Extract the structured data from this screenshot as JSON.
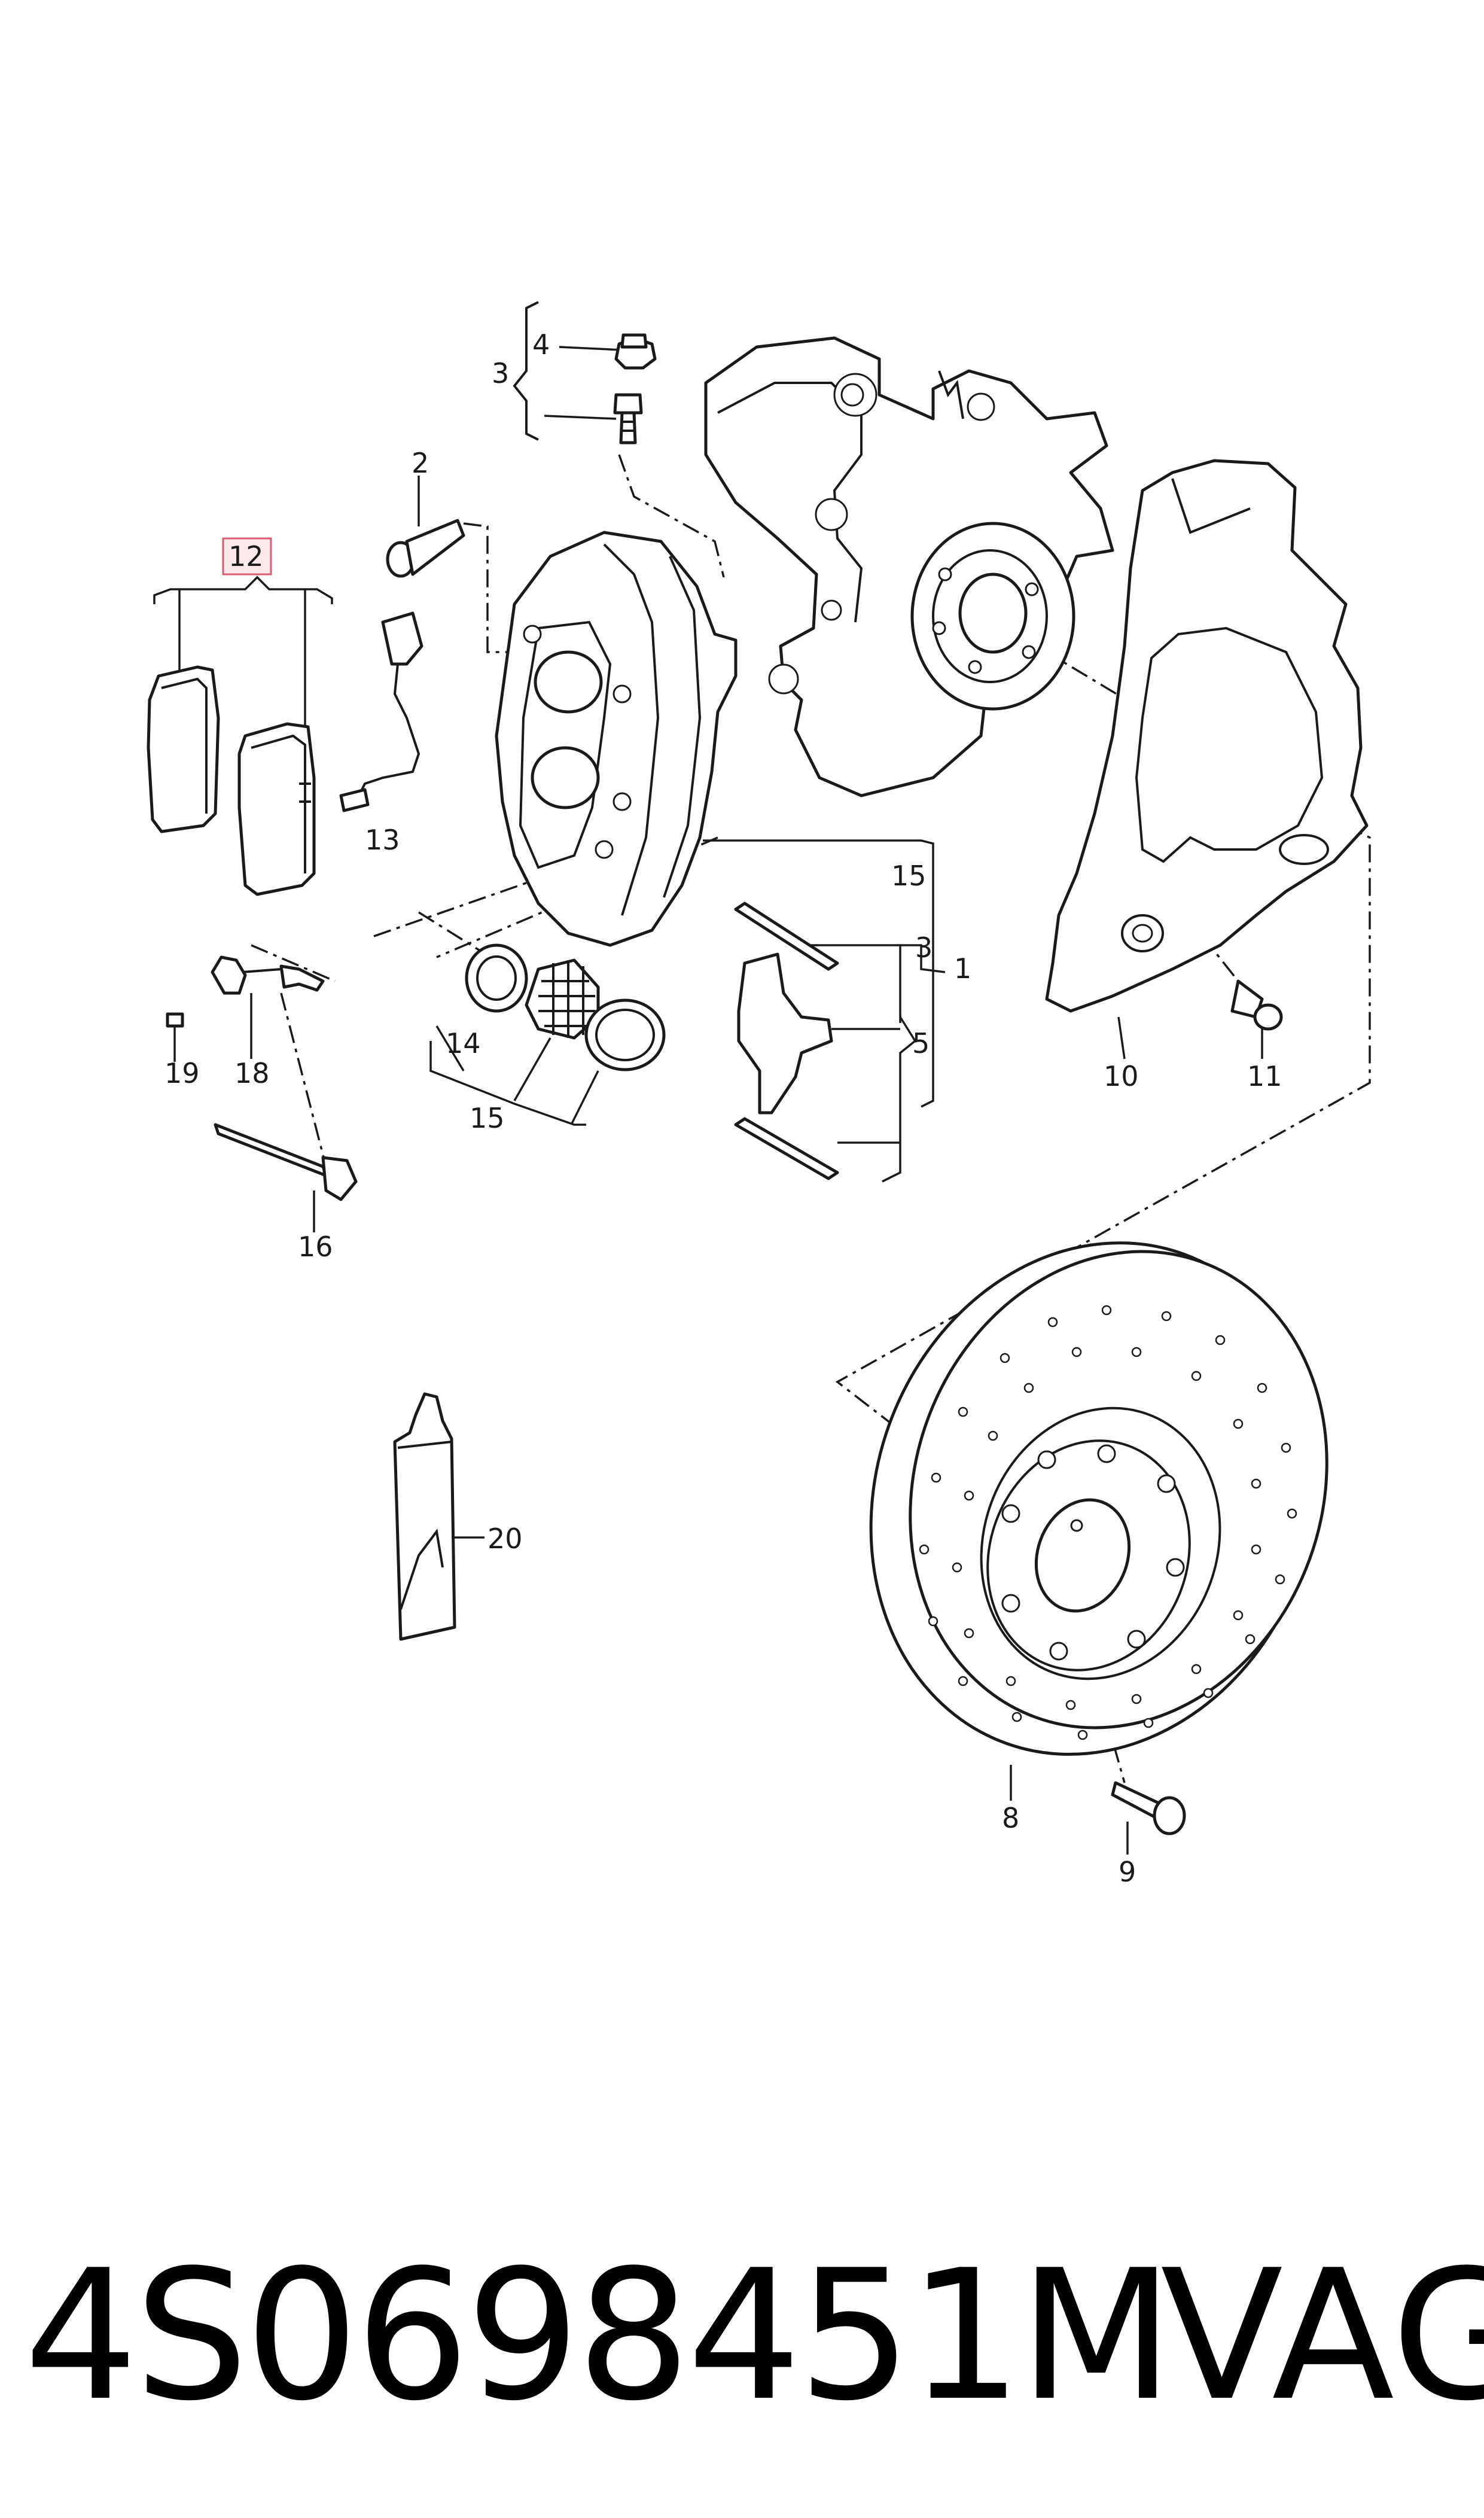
{
  "diagram": {
    "highlighted_label": "12",
    "labels": [
      "1",
      "2",
      "3",
      "3",
      "4",
      "5",
      "8",
      "9",
      "10",
      "11",
      "12",
      "13",
      "14",
      "15",
      "15",
      "16",
      "18",
      "19",
      "20"
    ]
  },
  "caption": {
    "part_number": "4S0698451M",
    "brand": "VAG"
  },
  "colors": {
    "highlight_fill": "#fde8ec",
    "highlight_stroke": "#d95c6e",
    "line": "#1a1a1a",
    "background": "#ffffff"
  }
}
